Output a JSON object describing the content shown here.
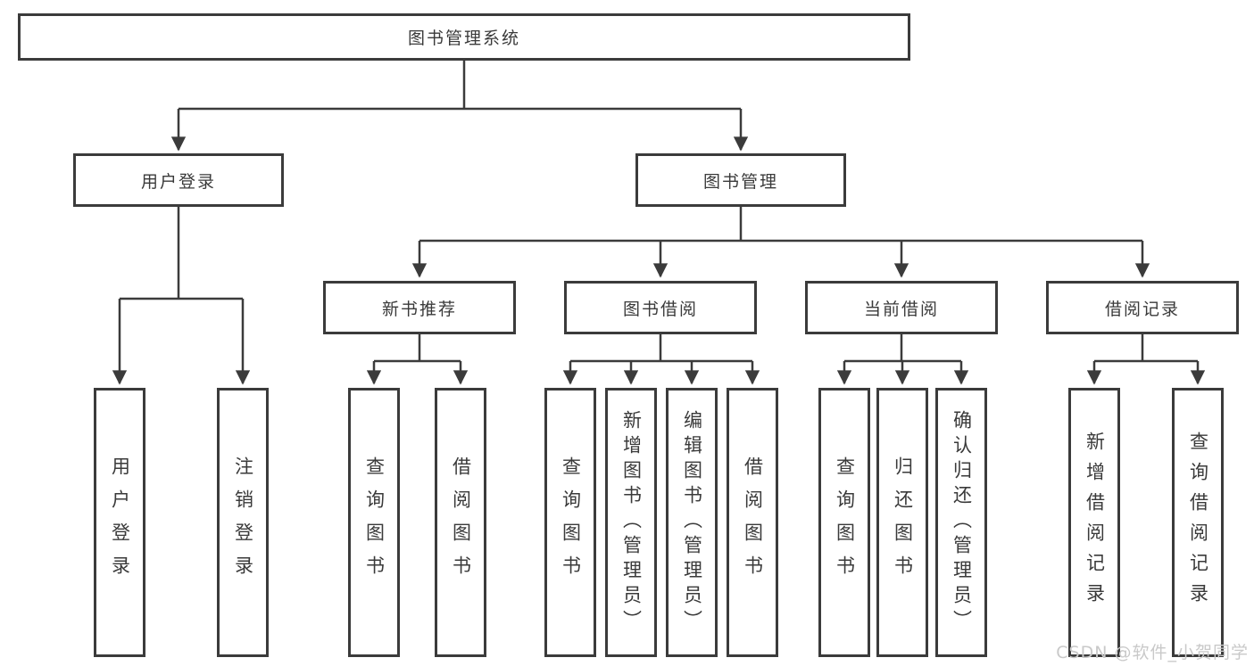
{
  "diagram": {
    "root": "图书管理系统",
    "level2": [
      "用户登录",
      "图书管理"
    ],
    "level3": [
      "新书推荐",
      "图书借阅",
      "当前借阅",
      "借阅记录"
    ],
    "leaves": [
      "用户登录",
      "注销登录",
      "查询图书",
      "借阅图书",
      "查询图书",
      "新增图书（管理员）",
      "编辑图书（管理员）",
      "借阅图书",
      "查询图书",
      "归还图书",
      "确认归还（管理员）",
      "新增借阅记录",
      "查询借阅记录"
    ]
  },
  "watermark": {
    "text": "CSDN @软件_小贺同学",
    "color": "#c9c9c9"
  },
  "colors": {
    "line": "#3b3b3b",
    "text": "#3a3a3a",
    "background": "#ffffff"
  }
}
